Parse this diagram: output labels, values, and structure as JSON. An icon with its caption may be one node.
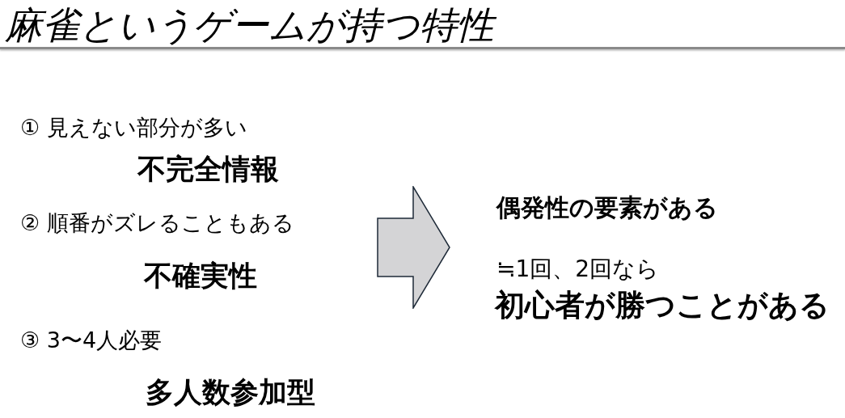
{
  "diagram": {
    "title": "麻雀というゲームが持つ特性",
    "labels": [
      "① 見えない部分が多い",
      "不完全情報",
      "② 順番がズレることもある",
      "不確実性",
      "③ 3〜4人必要",
      "多人数参加型",
      "偶発性の要素がある",
      "≒1回、2回なら",
      "初心者が勝つことがある"
    ]
  }
}
